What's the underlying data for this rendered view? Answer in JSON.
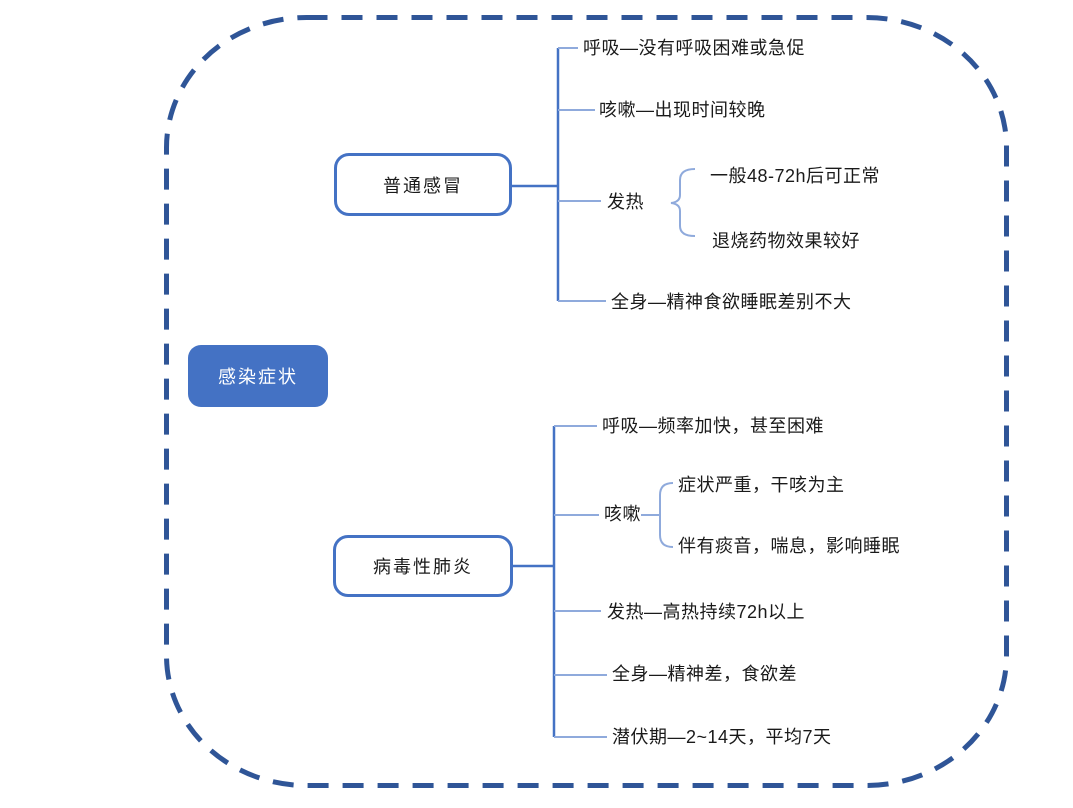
{
  "diagram": {
    "title_node": "感染症状",
    "root": {
      "label": "感染症状"
    },
    "branches": [
      {
        "label": "普通感冒",
        "items": [
          {
            "label": "呼吸—没有呼吸困难或急促"
          },
          {
            "label": "咳嗽—出现时间较晚"
          },
          {
            "label": "发热",
            "children": [
              "一般48-72h后可正常",
              "退烧药物效果较好"
            ]
          },
          {
            "label": "全身—精神食欲睡眠差别不大"
          }
        ]
      },
      {
        "label": "病毒性肺炎",
        "items": [
          {
            "label": "呼吸—频率加快，甚至困难"
          },
          {
            "label": "咳嗽",
            "children": [
              "症状严重，干咳为主",
              "伴有痰音，喘息，影响睡眠"
            ]
          },
          {
            "label": "发热—高热持续72h以上"
          },
          {
            "label": "全身—精神差，食欲差"
          },
          {
            "label": "潜伏期—2~14天，平均7天"
          }
        ]
      }
    ],
    "colors": {
      "dashed_border": "#2F5597",
      "node_blue": "#4472C4",
      "branch_line": "#8FAADC",
      "text": "#1A1A1A"
    }
  }
}
